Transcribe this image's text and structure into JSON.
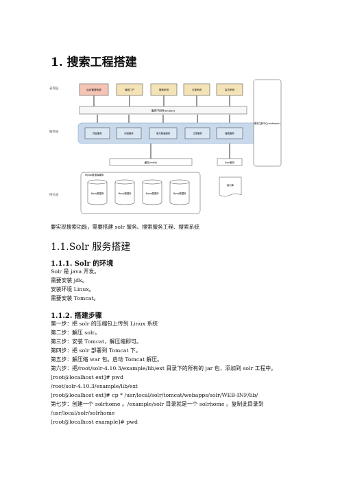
{
  "doc": {
    "title": "1. 搜索工程搭建",
    "caption": "要实现搜索功能，需要搭建 solr 服务、搜索服务工程、搜索系统",
    "section": "1.1.Solr 服务搭建",
    "sub1": "1.1.1. Solr 的环境",
    "env": [
      "Solr 是 java 开发。",
      "需要安装 jdk。",
      "安装环境 Linux。",
      "需要安装 Tomcat。"
    ],
    "sub2": "1.1.2. 搭建步骤",
    "steps": [
      "第一步：把 solr  的压缩包上传到 Linux 系统",
      "第二步：解压 solr。",
      "第三步：安装 Tomcat，解压缩即可。",
      "第四步：把 solr 部署到 Tomcat 下。",
      "第五步：解压缩 war 包。启动 Tomcat 解压。",
      "第六步：把/root/solr-4.10.3/example/lib/ext 目录下的所有的 jar 包，添加到 solr 工程中。",
      "[root@localhost ext]# pwd",
      "/root/solr-4.10.3/example/lib/ext",
      "[root@localhost ext]# cp * /usr/local/solr/tomcat/webapps/solr/WEB-INF/lib/",
      "第七步：创建一个  solrhome 。/example/solr  目录就是一个  solrhome 。复制此目录到",
      "/usr/local/solr/solrhome",
      "[root@localhost example]# pwd"
    ]
  },
  "diagram": {
    "layer_labels": [
      "表现层",
      "服务层",
      "持久层"
    ],
    "top_modules": [
      "后台管理系统",
      "商城门户",
      "搜索系统",
      "订单系统",
      "会员系统"
    ],
    "interface_bar": "服务中间件(Dubbo)",
    "services": [
      "商品服务",
      "内容服务",
      "单点登录服务",
      "订单服务",
      "搜索服务"
    ],
    "cache": "缓存(redis)",
    "solr": "Solr服务",
    "db_group": "MySql数据库集群",
    "dbs": [
      "Mysql数据库",
      "Mysql数据库",
      "Mysql数据库",
      "Mysql数据库"
    ],
    "index_doc": "索引库",
    "registry": "服务注册中心(zookeeper)",
    "colors": {
      "top_fill": "#f5e3b8",
      "first_fill": "#f4c4b4",
      "service_fill": "#dbe7f3",
      "band_fill": "#c9d9ec"
    }
  }
}
